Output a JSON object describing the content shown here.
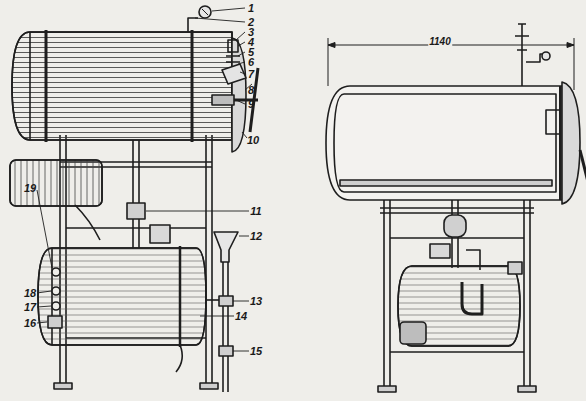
{
  "diagram": {
    "labels": [
      "1",
      "2",
      "3",
      "4",
      "5",
      "6",
      "7",
      "8",
      "9",
      "10",
      "11",
      "12",
      "13",
      "14",
      "15",
      "19",
      "18",
      "17",
      "16",
      "1140"
    ]
  }
}
